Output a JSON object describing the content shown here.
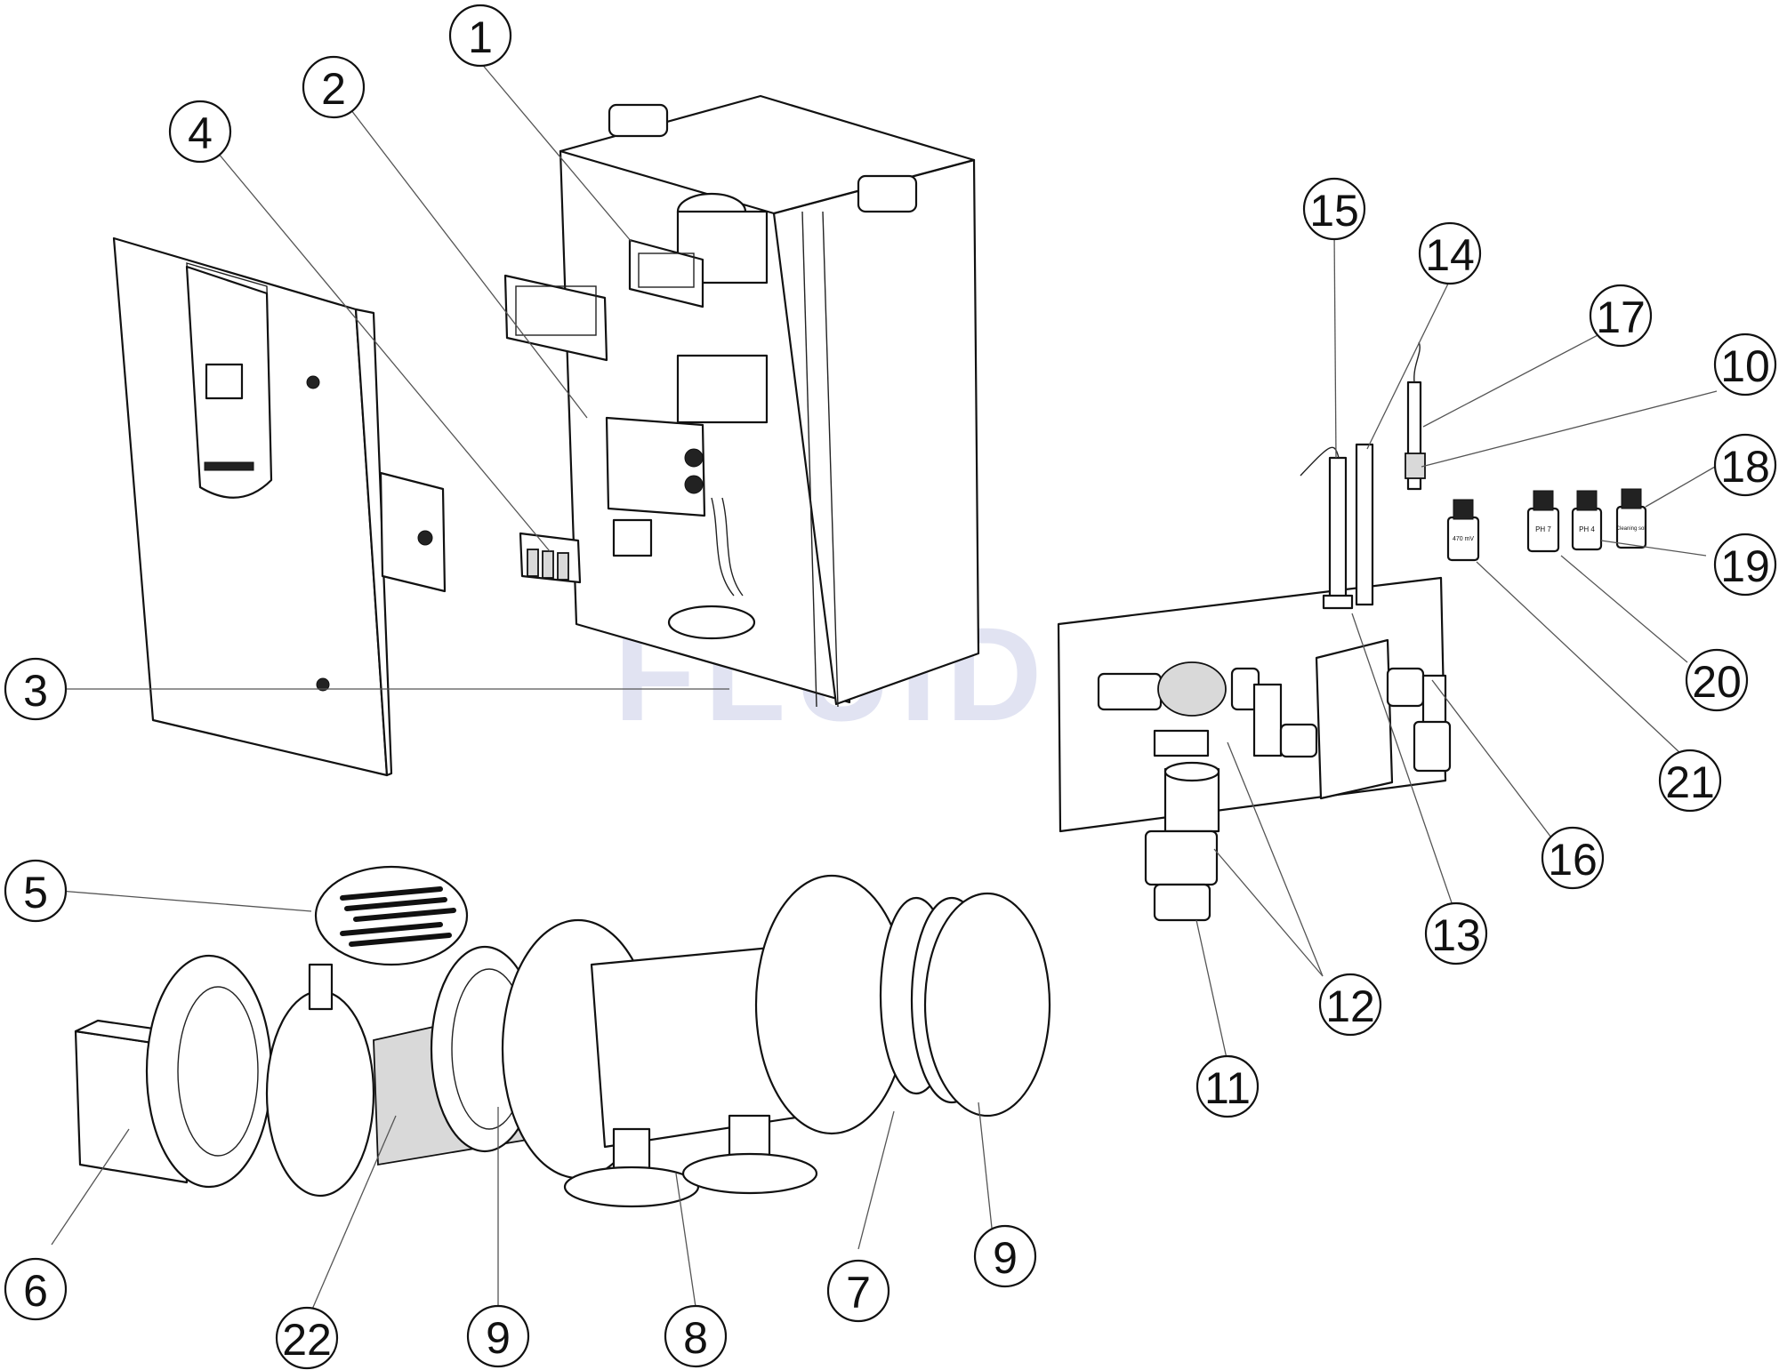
{
  "watermark": "FLUIDRA",
  "callouts": [
    {
      "id": "c1",
      "label": "1"
    },
    {
      "id": "c2",
      "label": "2"
    },
    {
      "id": "c3",
      "label": "3"
    },
    {
      "id": "c4",
      "label": "4"
    },
    {
      "id": "c5",
      "label": "5"
    },
    {
      "id": "c6",
      "label": "6"
    },
    {
      "id": "c7",
      "label": "7"
    },
    {
      "id": "c8",
      "label": "8"
    },
    {
      "id": "c9a",
      "label": "9"
    },
    {
      "id": "c9b",
      "label": "9"
    },
    {
      "id": "c10",
      "label": "10"
    },
    {
      "id": "c11",
      "label": "11"
    },
    {
      "id": "c12",
      "label": "12"
    },
    {
      "id": "c13",
      "label": "13"
    },
    {
      "id": "c14",
      "label": "14"
    },
    {
      "id": "c15",
      "label": "15"
    },
    {
      "id": "c16",
      "label": "16"
    },
    {
      "id": "c17",
      "label": "17"
    },
    {
      "id": "c18",
      "label": "18"
    },
    {
      "id": "c19",
      "label": "19"
    },
    {
      "id": "c20",
      "label": "20"
    },
    {
      "id": "c21",
      "label": "21"
    },
    {
      "id": "c22",
      "label": "22"
    }
  ],
  "bottles": [
    {
      "label": "470 mV"
    },
    {
      "label": "PH 7"
    },
    {
      "label": "PH 4"
    },
    {
      "label": "Cleaning sol."
    }
  ]
}
